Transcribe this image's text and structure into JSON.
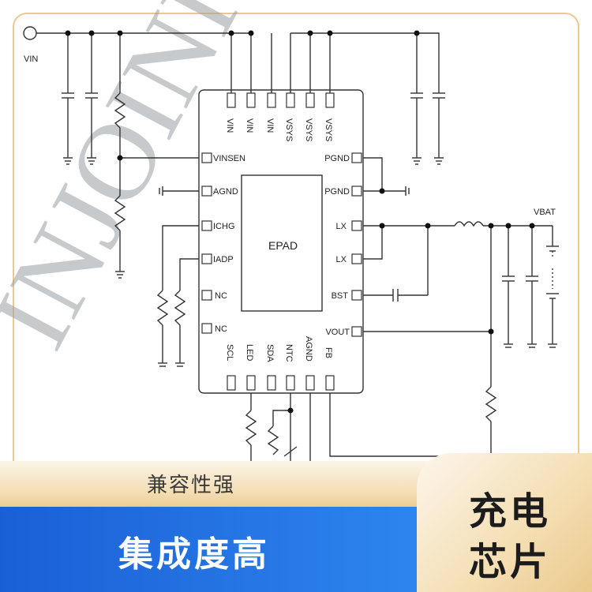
{
  "watermark": "INJOINIC",
  "schematic": {
    "chip": {
      "center_label": "EPAD",
      "top_pins": [
        "VIN",
        "VIN",
        "VIN",
        "VSYS",
        "VSYS",
        "VSYS"
      ],
      "left_pins": [
        "VINSEN",
        "AGND",
        "ICHG",
        "IADP",
        "NC",
        "NC"
      ],
      "right_pins": [
        "PGND",
        "PGND",
        "LX",
        "LX",
        "BST",
        "VOUT"
      ],
      "bottom_pins": [
        "SCL",
        "LED",
        "SDA",
        "NTC",
        "AGND",
        "FB"
      ]
    },
    "net_labels": {
      "vin": "VIN",
      "vbat": "VBAT"
    }
  },
  "banner": {
    "feature_1": "兼容性强",
    "feature_2": "集成度高",
    "product_line_1": "充电",
    "product_line_2": "芯片"
  },
  "colors": {
    "gold": "#ecc98a",
    "blue": "#1a5fd6",
    "wire": "#333333"
  }
}
